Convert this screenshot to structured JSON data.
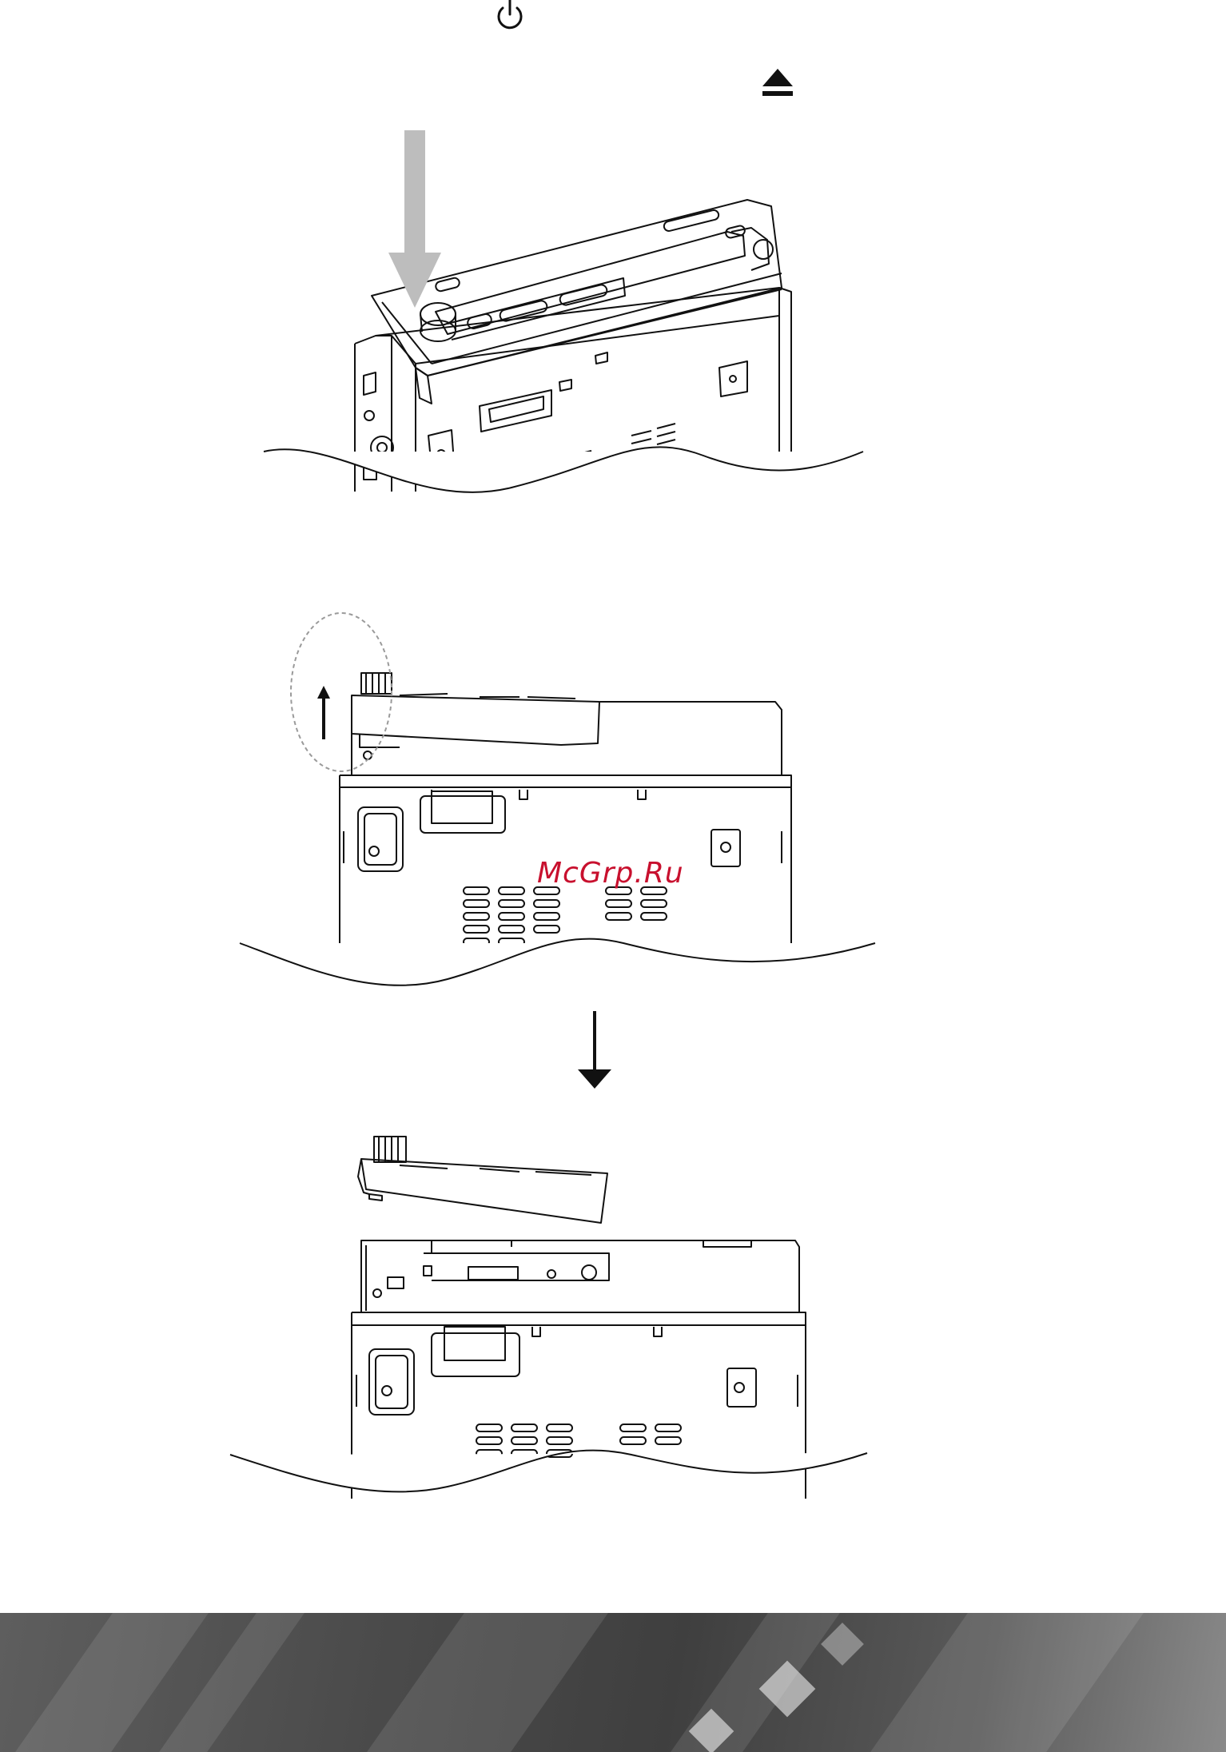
{
  "header": {
    "power_icon": "power-icon",
    "eject_icon": "eject-icon"
  },
  "figures": [
    {
      "id": "step-1",
      "description_icon": "press-release-button-arrow"
    },
    {
      "id": "step-2",
      "description_icon": "lift-left-side-arrow"
    },
    {
      "id": "step-3",
      "description_icon": "pull-panel-off-arrow"
    }
  ],
  "watermark": {
    "text": "McGrp.Ru",
    "color": "#c8102e"
  },
  "colors": {
    "line": "#111111",
    "press_arrow": "#bdbdbd",
    "dashed_circle": "#9a9a9a",
    "footer": "#4a4a4a"
  }
}
